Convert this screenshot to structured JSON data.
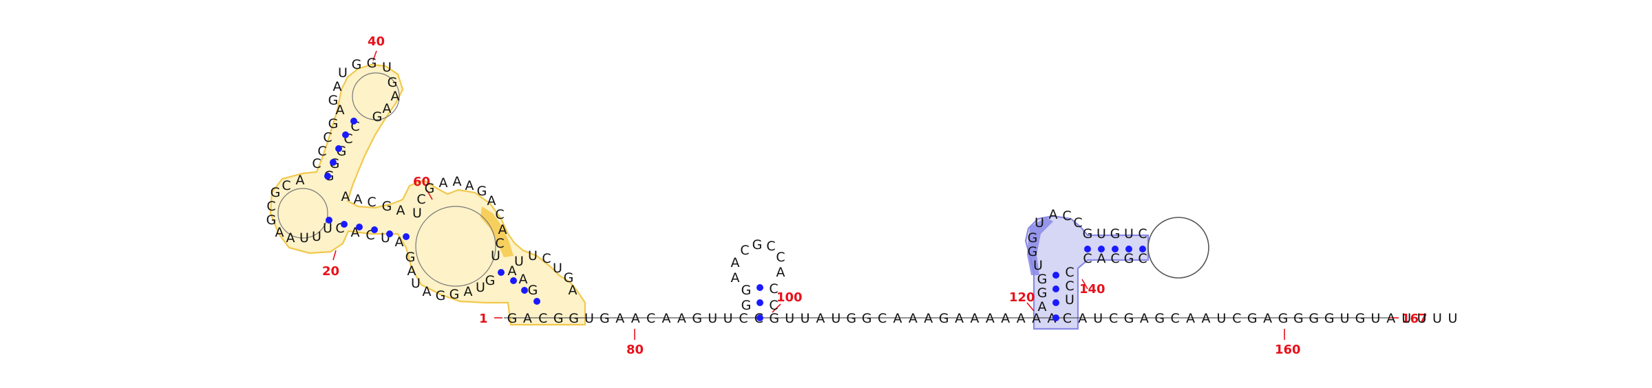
{
  "diagram": {
    "start_number": "1",
    "end_number": "167",
    "position_labels": [
      "20",
      "40",
      "60",
      "80",
      "100",
      "120",
      "140",
      "160"
    ],
    "sequence_5p": "GACGGUGAACAAGUUCCGUUAUGGCAAAGAAAAAAACAUCGAGCAAUCGAGGGGUGUAUUUU",
    "colors": {
      "pair": "#1a1aff",
      "number": "#e8101a",
      "yellow": "#f5c542",
      "purple": "#8a8ae6"
    }
  }
}
